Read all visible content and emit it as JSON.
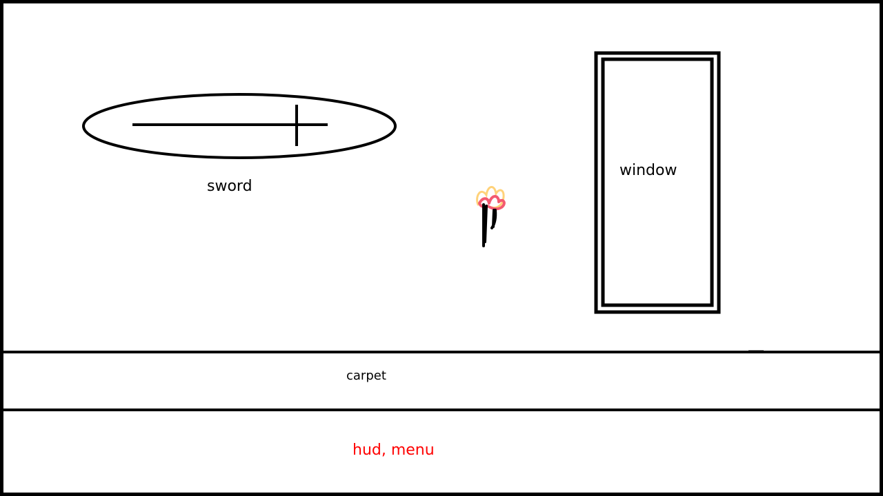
{
  "room": {
    "sword_label": "sword",
    "window_label": "window"
  },
  "carpet": {
    "label": "carpet"
  },
  "hud": {
    "label": "hud, menu",
    "label_color": "#ff0000"
  },
  "colors": {
    "outline": "#000000",
    "background": "#ffffff",
    "torch_flame_outer": "#ffd27a",
    "torch_flame_inner": "#f35a70"
  },
  "icons": {
    "sword": "sword-icon",
    "torch": "torch-icon",
    "window": "window-frame-icon"
  }
}
